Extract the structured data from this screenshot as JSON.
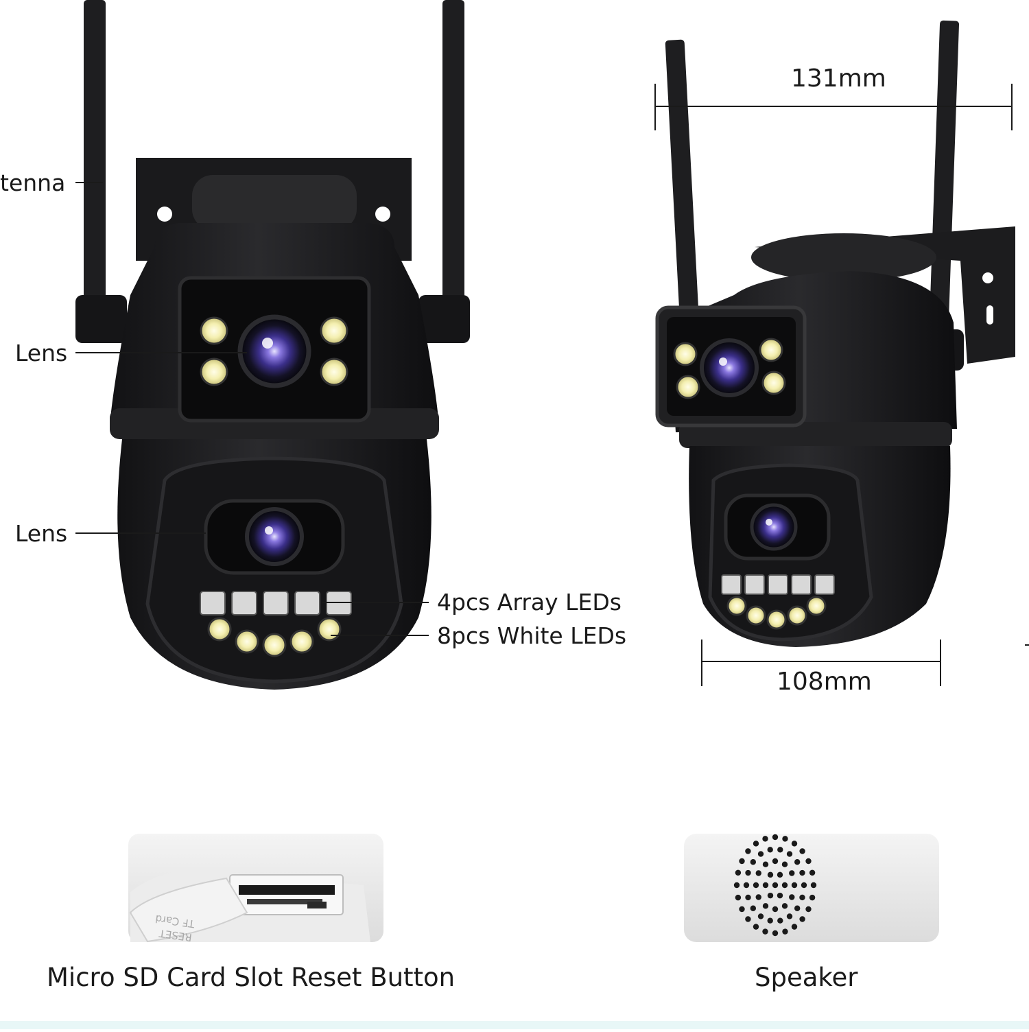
{
  "callouts": {
    "antenna": "tenna",
    "lens_top": "Lens",
    "lens_bottom": "Lens",
    "array_leds": "4pcs Array LEDs",
    "white_leds": "8pcs White LEDs"
  },
  "dimensions": {
    "width_top": "131mm",
    "width_bottom": "108mm"
  },
  "captions": {
    "sd_slot": "Micro SD Card Slot Reset Button",
    "speaker": "Speaker"
  },
  "sd_slot_imprint": {
    "line1": "TF Card",
    "line2": "RESET"
  },
  "colors": {
    "camera_body": "#1c1c1e",
    "lens_accent": "#6a55c8",
    "led_yellow": "#f4efb0",
    "background": "#ffffff"
  }
}
